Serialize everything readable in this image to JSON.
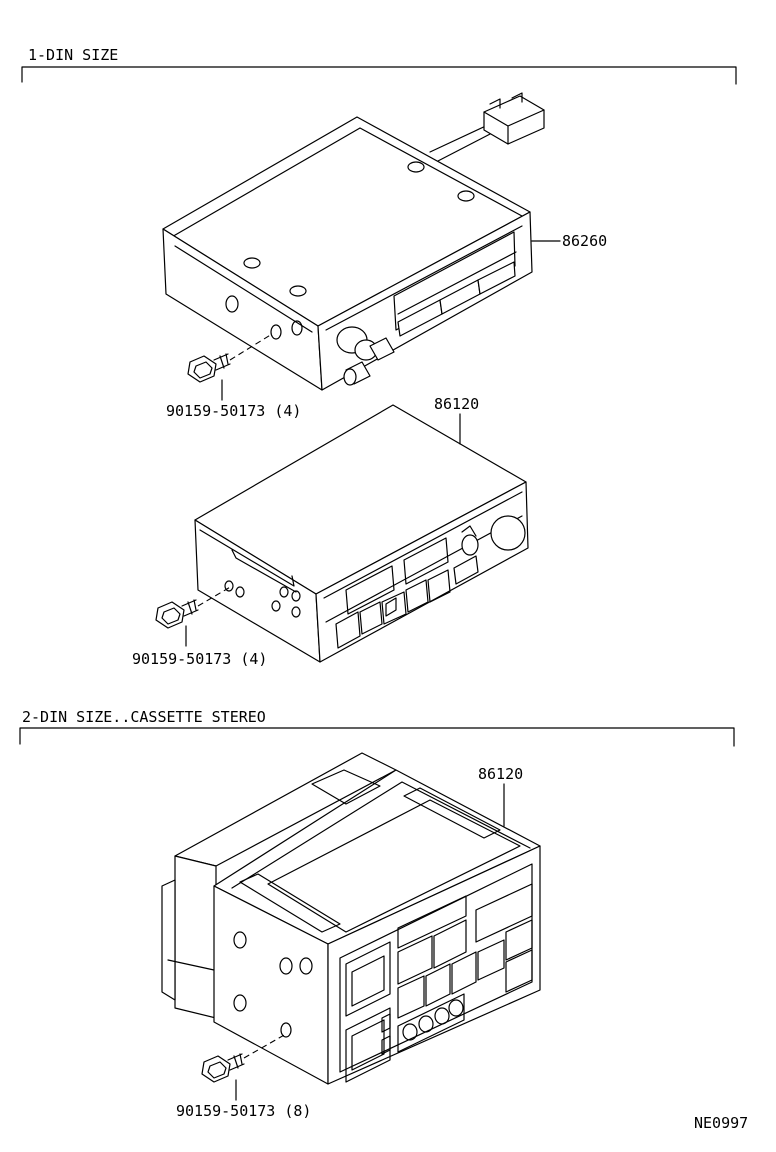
{
  "sections": {
    "one_din": {
      "title": "1-DIN SIZE"
    },
    "two_din": {
      "title": "2-DIN SIZE..CASSETTE STEREO"
    }
  },
  "callouts": {
    "radio_1din": "86260",
    "stereo_1din": "86120",
    "stereo_2din": "86120",
    "screw_a": "90159-50173 (4)",
    "screw_b": "90159-50173 (4)",
    "screw_c": "90159-50173 (8)"
  },
  "figure_code": "NE0997"
}
